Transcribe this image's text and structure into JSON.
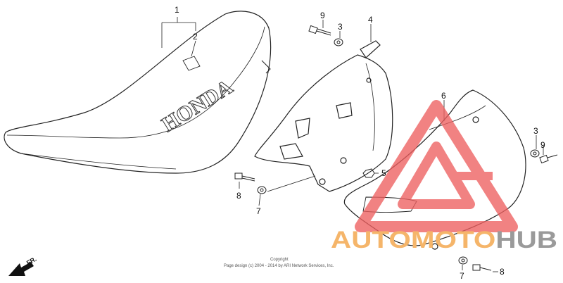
{
  "diagram": {
    "callouts": [
      {
        "id": "c1",
        "label": "1"
      },
      {
        "id": "c2",
        "label": "2"
      },
      {
        "id": "c3a",
        "label": "3"
      },
      {
        "id": "c4",
        "label": "4"
      },
      {
        "id": "c5",
        "label": "5"
      },
      {
        "id": "c6",
        "label": "6"
      },
      {
        "id": "c7a",
        "label": "7"
      },
      {
        "id": "c8a",
        "label": "8"
      },
      {
        "id": "c9a",
        "label": "9"
      },
      {
        "id": "c3b",
        "label": "3"
      },
      {
        "id": "c9b",
        "label": "9"
      },
      {
        "id": "c7b",
        "label": "7"
      },
      {
        "id": "c8b",
        "label": "8"
      }
    ],
    "seat_text": "HONDA",
    "front_label": "FR.",
    "copyright_line1": "Copyright",
    "copyright_line2": "Page design (c) 2004 - 2014 by ARI Network Services, Inc."
  },
  "watermark": {
    "text_part1": "AUTOMOTO",
    "text_part2": "HUB",
    "color_orange": "#f5b56a",
    "color_gray": "#9a9a9a",
    "color_red": "#ee5f5f"
  }
}
